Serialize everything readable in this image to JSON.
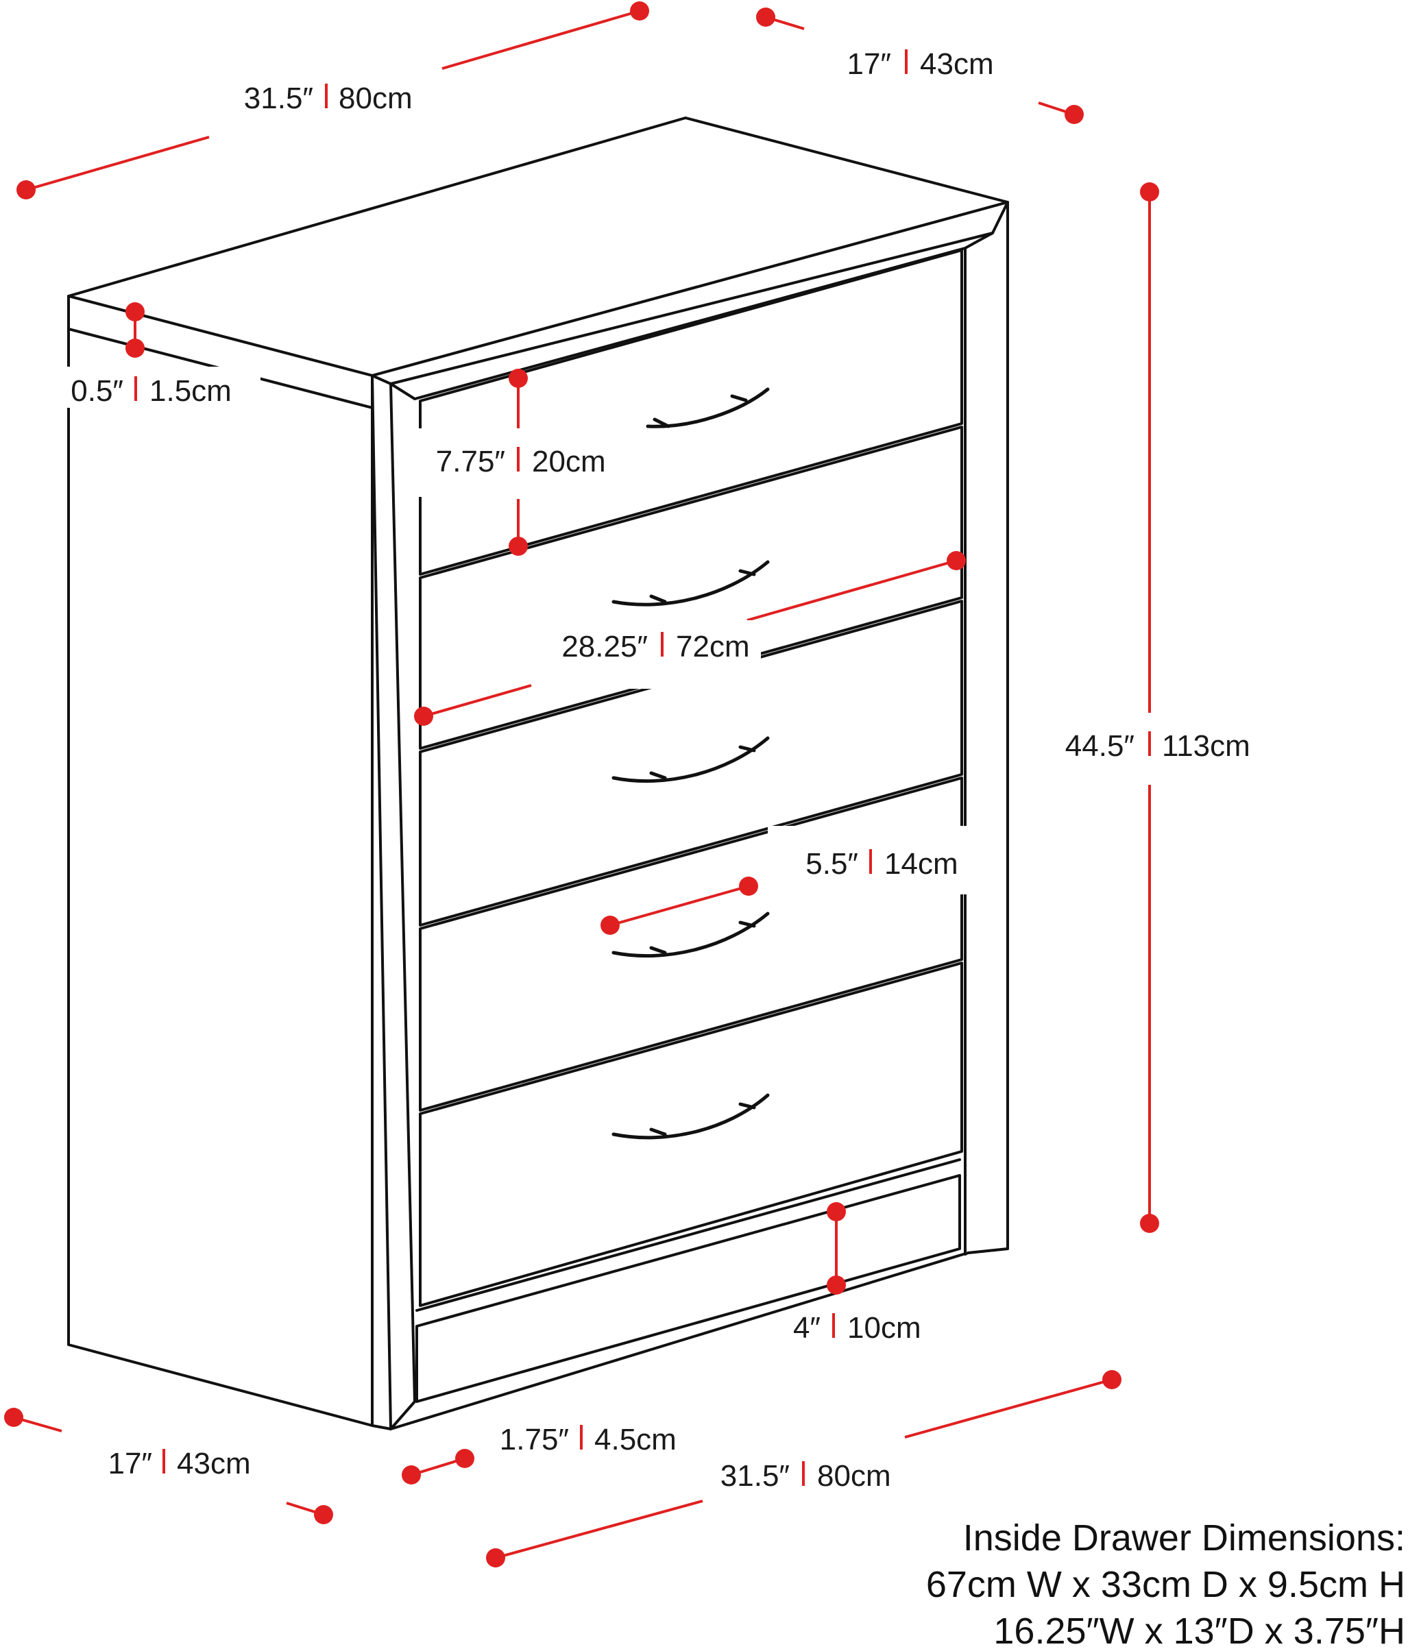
{
  "colors": {
    "accent": "#e02020",
    "ink": "#111111",
    "background": "#ffffff"
  },
  "dimensions": {
    "top_width": {
      "imperial": "31.5″",
      "metric": "80cm"
    },
    "top_depth": {
      "imperial": "17″",
      "metric": "43cm"
    },
    "top_thickness": {
      "imperial": "0.5″",
      "metric": "1.5cm"
    },
    "drawer_height": {
      "imperial": "7.75″",
      "metric": "20cm"
    },
    "drawer_width": {
      "imperial": "28.25″",
      "metric": "72cm"
    },
    "overall_height": {
      "imperial": "44.5″",
      "metric": "113cm"
    },
    "handle_width": {
      "imperial": "5.5″",
      "metric": "14cm"
    },
    "base_height": {
      "imperial": "4″",
      "metric": "10cm"
    },
    "bottom_depth": {
      "imperial": "17″",
      "metric": "43cm"
    },
    "side_frame": {
      "imperial": "1.75″",
      "metric": "4.5cm"
    },
    "bottom_width": {
      "imperial": "31.5″",
      "metric": "80cm"
    }
  },
  "inside_drawer": {
    "title": "Inside Drawer Dimensions:",
    "metric_line": "67cm W x 33cm D x 9.5cm H",
    "imperial_line": "16.25″W x 13″D x 3.75″H"
  },
  "drawer_count": 5
}
